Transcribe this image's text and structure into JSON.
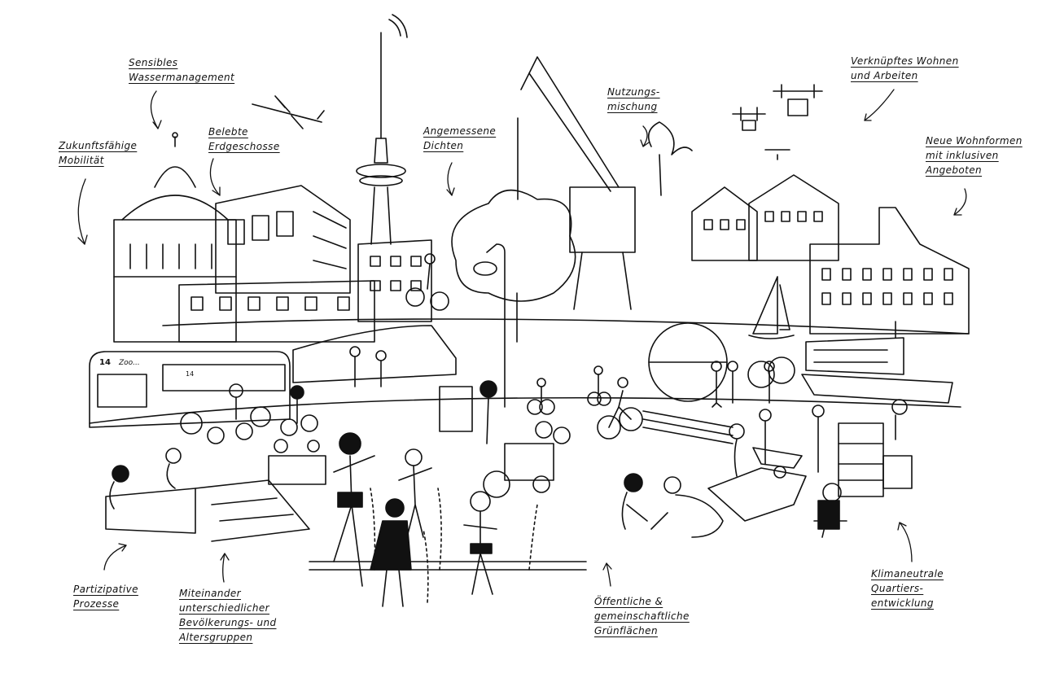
{
  "labels": {
    "sensibles": [
      "Sensibles",
      "Wassermanagement"
    ],
    "zukunft": [
      "Zukunftsfähige",
      "Mobilität"
    ],
    "belebte": [
      "Belebte",
      "Erdgeschosse"
    ],
    "angemessene": [
      "Angemessene",
      "Dichten"
    ],
    "nutzung": [
      "Nutzungs-",
      "mischung"
    ],
    "verknuepft": [
      "Verknüpftes Wohnen",
      "und Arbeiten"
    ],
    "wohnformen": [
      "Neue Wohnformen",
      "mit inklusiven",
      "Angeboten"
    ],
    "partizipativ": [
      "Partizipative",
      "Prozesse"
    ],
    "miteinander": [
      "Miteinander",
      "unterschiedlicher",
      "Bevölkerungs- und",
      "Altersgruppen"
    ],
    "oeffentlich": [
      "Öffentliche &",
      "gemeinschaftliche",
      "Grünflächen"
    ],
    "klima": [
      "Klimaneutrale",
      "Quartiers-",
      "entwicklung"
    ]
  },
  "bus": {
    "route": "14",
    "destination": "Zoo..."
  },
  "colors": {
    "ink": "#111111",
    "paper": "#ffffff"
  }
}
